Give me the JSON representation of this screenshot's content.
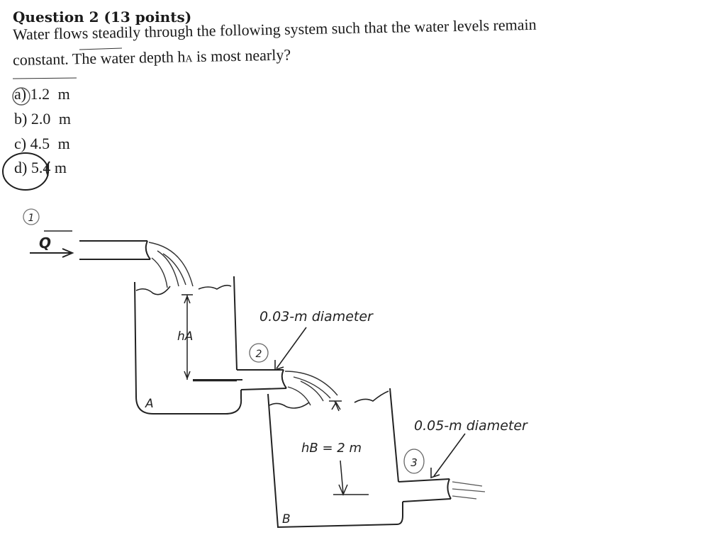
{
  "question": {
    "title": "Question 2 (13 points)",
    "line1": "Water flows steadily through the following system such that the water levels remain",
    "line2": "constant. The water depth h",
    "line2_sub": "A",
    "line2_end": " is most nearly?"
  },
  "choices": [
    {
      "letter": "a)",
      "value": "1.2",
      "unit": "m",
      "marked": false
    },
    {
      "letter": "b)",
      "value": "2.0",
      "unit": "m",
      "marked": false
    },
    {
      "letter": "c)",
      "value": "4.5",
      "unit": "m",
      "marked": false
    },
    {
      "letter": "d)",
      "value": "5.4",
      "unit": "m",
      "marked": true
    }
  ],
  "diagram": {
    "point1": "1",
    "flow_label": "Q",
    "pipe2_label": "0.03-m diameter",
    "point2": "2",
    "tank_a_label": "A",
    "h_a_label": "hA",
    "tank_b_label": "B",
    "h_b_label": "hB = 2 m",
    "pipe3_label": "0.05-m diameter",
    "point3": "3"
  }
}
